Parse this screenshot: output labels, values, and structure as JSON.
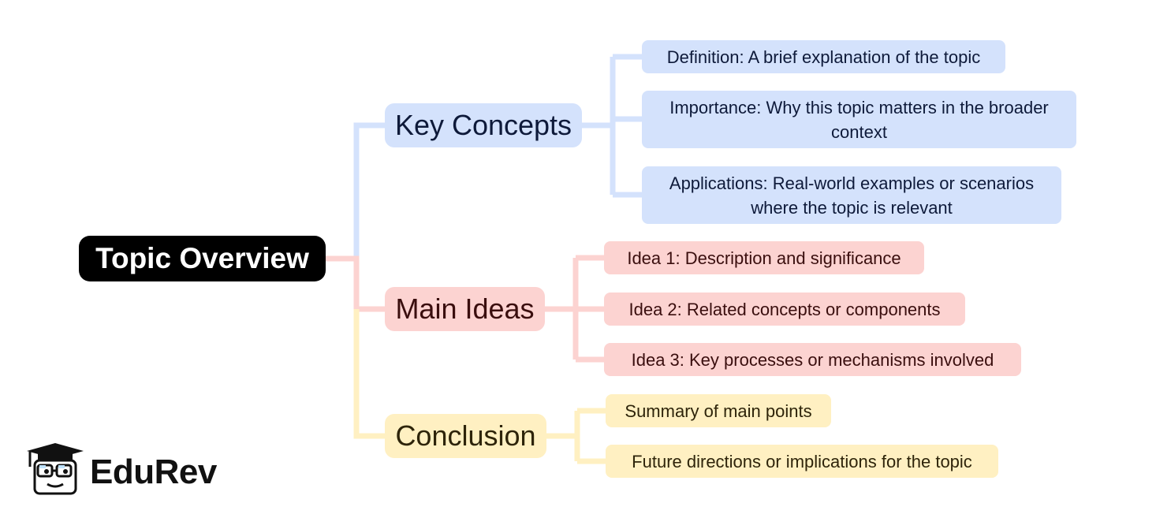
{
  "root": {
    "label": "Topic Overview"
  },
  "branches": [
    {
      "label": "Key Concepts",
      "children": [
        "Definition: A brief explanation of the topic",
        "Importance: Why this topic matters in the broader context",
        "Applications: Real-world examples or scenarios where the topic is relevant"
      ]
    },
    {
      "label": "Main Ideas",
      "children": [
        "Idea 1: Description and significance",
        "Idea 2: Related concepts or components",
        "Idea 3: Key processes or mechanisms involved"
      ]
    },
    {
      "label": "Conclusion",
      "children": [
        "Summary of main points",
        "Future directions or implications for the topic"
      ]
    }
  ],
  "colors": {
    "blue": "#d4e2fc",
    "pink": "#fcd3d1",
    "yellow": "#fff0c2",
    "root": "#000000"
  },
  "logo": {
    "name": "EduRev",
    "icon": "graduation-cap-icon"
  }
}
